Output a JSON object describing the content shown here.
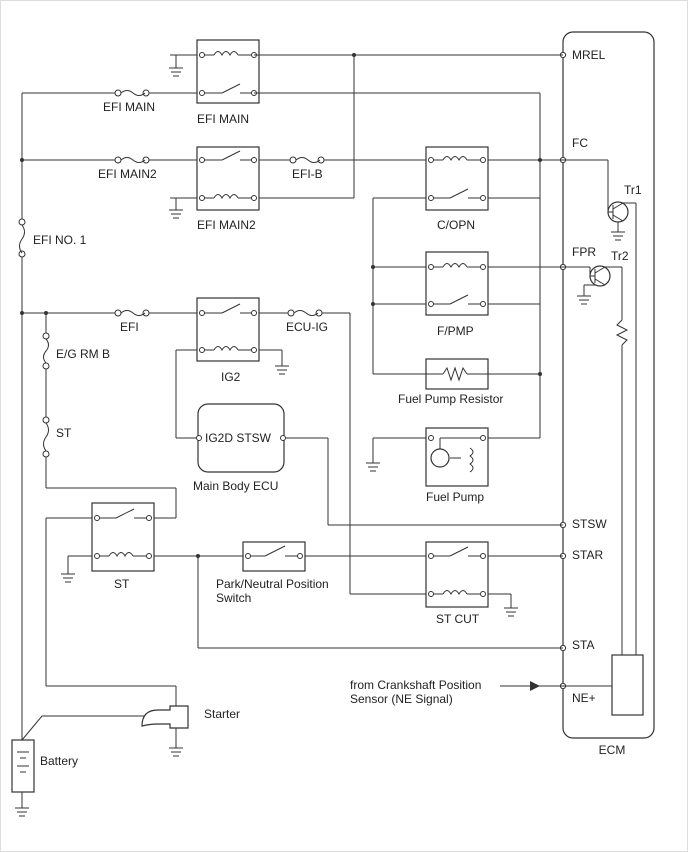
{
  "ecm": {
    "title": "ECM",
    "pins": {
      "mrel": "MREL",
      "fc": "FC",
      "fpr": "FPR",
      "stsw": "STSW",
      "star": "STAR",
      "sta": "STA",
      "ne": "NE+"
    },
    "tr1": "Tr1",
    "tr2": "Tr2"
  },
  "relays": {
    "efi_main": "EFI MAIN",
    "efi_main2": "EFI MAIN2",
    "c_opn": "C/OPN",
    "f_pmp": "F/PMP",
    "ig2": "IG2",
    "st": "ST",
    "st_cut": "ST CUT"
  },
  "fuses": {
    "efi_main": "EFI MAIN",
    "efi_main2": "EFI MAIN2",
    "efi_b": "EFI-B",
    "efi_no1": "EFI NO. 1",
    "efi": "EFI",
    "ecu_ig": "ECU-IG",
    "eg_rm_b": "E/G RM B",
    "st": "ST"
  },
  "components": {
    "fuel_pump_resistor": "Fuel Pump Resistor",
    "fuel_pump": "Fuel Pump",
    "main_body_ecu": "Main Body ECU",
    "main_body_ecu_pins": "IG2D  STSW",
    "park_neutral_line1": "Park/Neutral Position",
    "park_neutral_line2": "Switch",
    "starter": "Starter",
    "battery": "Battery"
  },
  "crank_sensor": {
    "line1": "from Crankshaft Position",
    "line2": "Sensor (NE Signal)"
  }
}
